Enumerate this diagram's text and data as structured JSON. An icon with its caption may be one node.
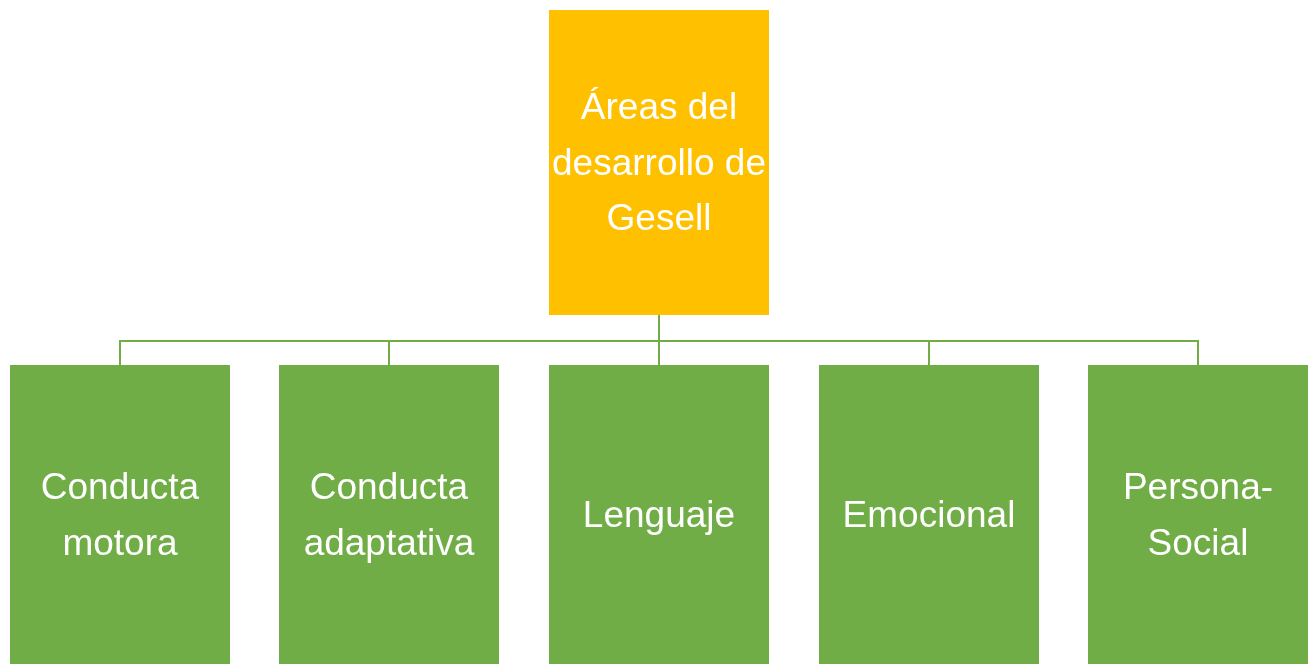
{
  "diagram": {
    "nodes": [
      {
        "text": [
          "Áreas del desarrollo de Gesell"
        ]
      },
      {
        "text": [
          "Conducta motora"
        ]
      },
      {
        "text": [
          "Conducta adaptativa"
        ]
      },
      {
        "text": [
          "Lenguaje"
        ]
      },
      {
        "text": [
          "Emocional"
        ]
      },
      {
        "text": [
          "Persona-Social"
        ]
      }
    ],
    "edges": [
      {
        "from": 0,
        "to": 1,
        "arrow": "none"
      },
      {
        "from": 0,
        "to": 2,
        "arrow": "none"
      },
      {
        "from": 0,
        "to": 3,
        "arrow": "none"
      },
      {
        "from": 0,
        "to": 4,
        "arrow": "none"
      },
      {
        "from": 0,
        "to": 5,
        "arrow": "none"
      }
    ]
  }
}
